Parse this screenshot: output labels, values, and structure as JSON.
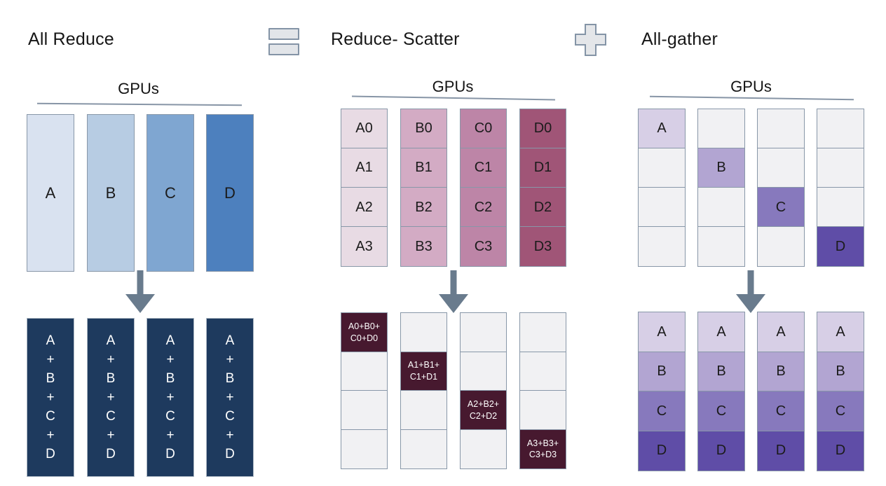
{
  "header": {
    "all_reduce_title": "All Reduce",
    "reduce_scatter_title": "Reduce- Scatter",
    "all_gather_title": "All-gather",
    "equals_icon": "equals",
    "plus_icon": "plus"
  },
  "colors": {
    "arrow": "#697b8d",
    "cell_border": "#8897a8",
    "empty_cell": "#f1f1f3",
    "navy": "#1e3a5e",
    "maroon": "#47192f",
    "blues": [
      "#d9e2f0",
      "#b7cce3",
      "#7fa6d1",
      "#4d80be"
    ],
    "pinks": [
      "#e8dbe4",
      "#d3abc4",
      "#bd85a7",
      "#a05577"
    ],
    "purples": [
      "#d7cfe6",
      "#b2a5d2",
      "#8779bd",
      "#5f4da7"
    ]
  },
  "all_reduce": {
    "gpus_label": "GPUs",
    "input_labels": [
      "A",
      "B",
      "C",
      "D"
    ],
    "output_text": "A\n+\nB\n+\nC\n+\nD",
    "output_column_count": 4
  },
  "reduce_scatter": {
    "gpus_label": "GPUs",
    "input_columns": [
      {
        "cells": [
          "A0",
          "A1",
          "A2",
          "A3"
        ]
      },
      {
        "cells": [
          "B0",
          "B1",
          "B2",
          "B3"
        ]
      },
      {
        "cells": [
          "C0",
          "C1",
          "C2",
          "C3"
        ]
      },
      {
        "cells": [
          "D0",
          "D1",
          "D2",
          "D3"
        ]
      }
    ],
    "output_diagonal": [
      "A0+B0+\nC0+D0",
      "A1+B1+\nC1+D1",
      "A2+B2+\nC2+D2",
      "A3+B3+\nC3+D3"
    ]
  },
  "all_gather": {
    "gpus_label": "GPUs",
    "input_diagonal": [
      "A",
      "B",
      "C",
      "D"
    ],
    "output_rows": [
      "A",
      "B",
      "C",
      "D"
    ]
  }
}
